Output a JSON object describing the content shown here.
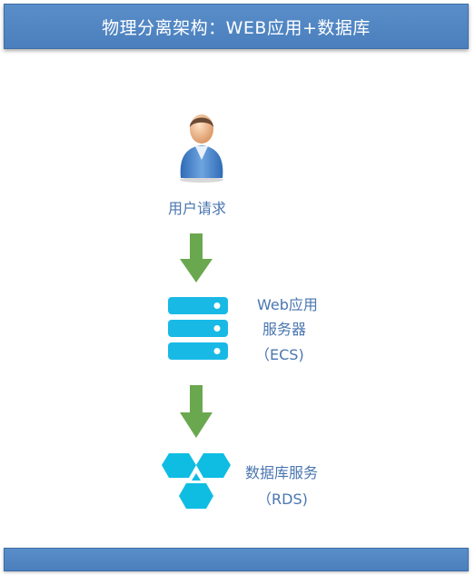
{
  "header": {
    "title": "物理分离架构：WEB应用+数据库"
  },
  "nodes": {
    "user": {
      "label": "用户请求",
      "icon": "user-icon"
    },
    "web": {
      "line1": "Web应用",
      "line2": "服务器",
      "line3": "（ECS)",
      "icon": "server-icon"
    },
    "db": {
      "line1": "数据库服务",
      "line2": "（RDS)",
      "icon": "database-icon"
    }
  },
  "colors": {
    "bar": "#4a7fbd",
    "label": "#4a76b0",
    "arrow": "#6aa84f",
    "server": "#19b9e6",
    "db": "#0fbde3"
  }
}
